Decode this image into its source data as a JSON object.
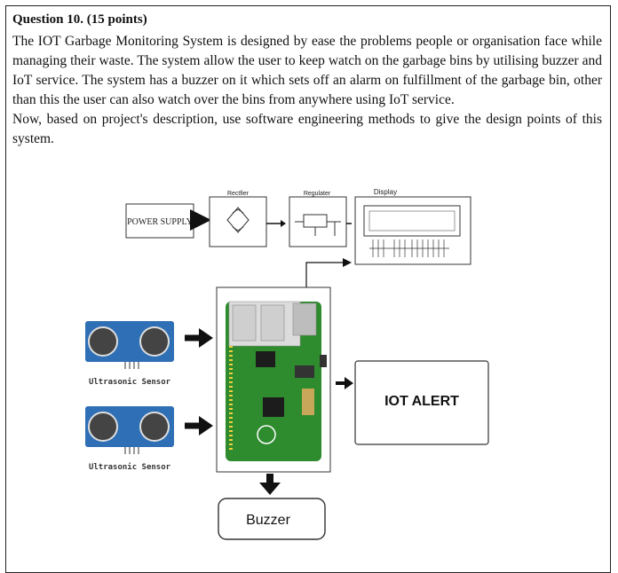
{
  "question": {
    "title": "Question 10. (15 points)",
    "paragraph1": "The IOT Garbage Monitoring System is designed by ease the problems people or organisation face while managing their waste. The system allow the user to keep watch on the garbage bins by utilising buzzer and IoT service. The system has a buzzer on it which sets off an alarm on fulfillment of the garbage bin, other than this the user can also watch over the bins from anywhere using IoT service.",
    "paragraph2": "Now, based on project's description, use software engineering methods to give the design points of this system."
  },
  "diagram": {
    "power_supply": "POWER SUPPLY",
    "rectifier": "Rectfier",
    "regulator": "Regulater",
    "display": "Display",
    "sensor1": "Ultrasonic Sensor",
    "sensor2": "Ultrasonic Sensor",
    "iot_alert": "IOT ALERT",
    "buzzer": "Buzzer",
    "colors": {
      "board": "#2e8b2e",
      "sensor": "#2f6fb5",
      "accent": "#111111"
    }
  }
}
